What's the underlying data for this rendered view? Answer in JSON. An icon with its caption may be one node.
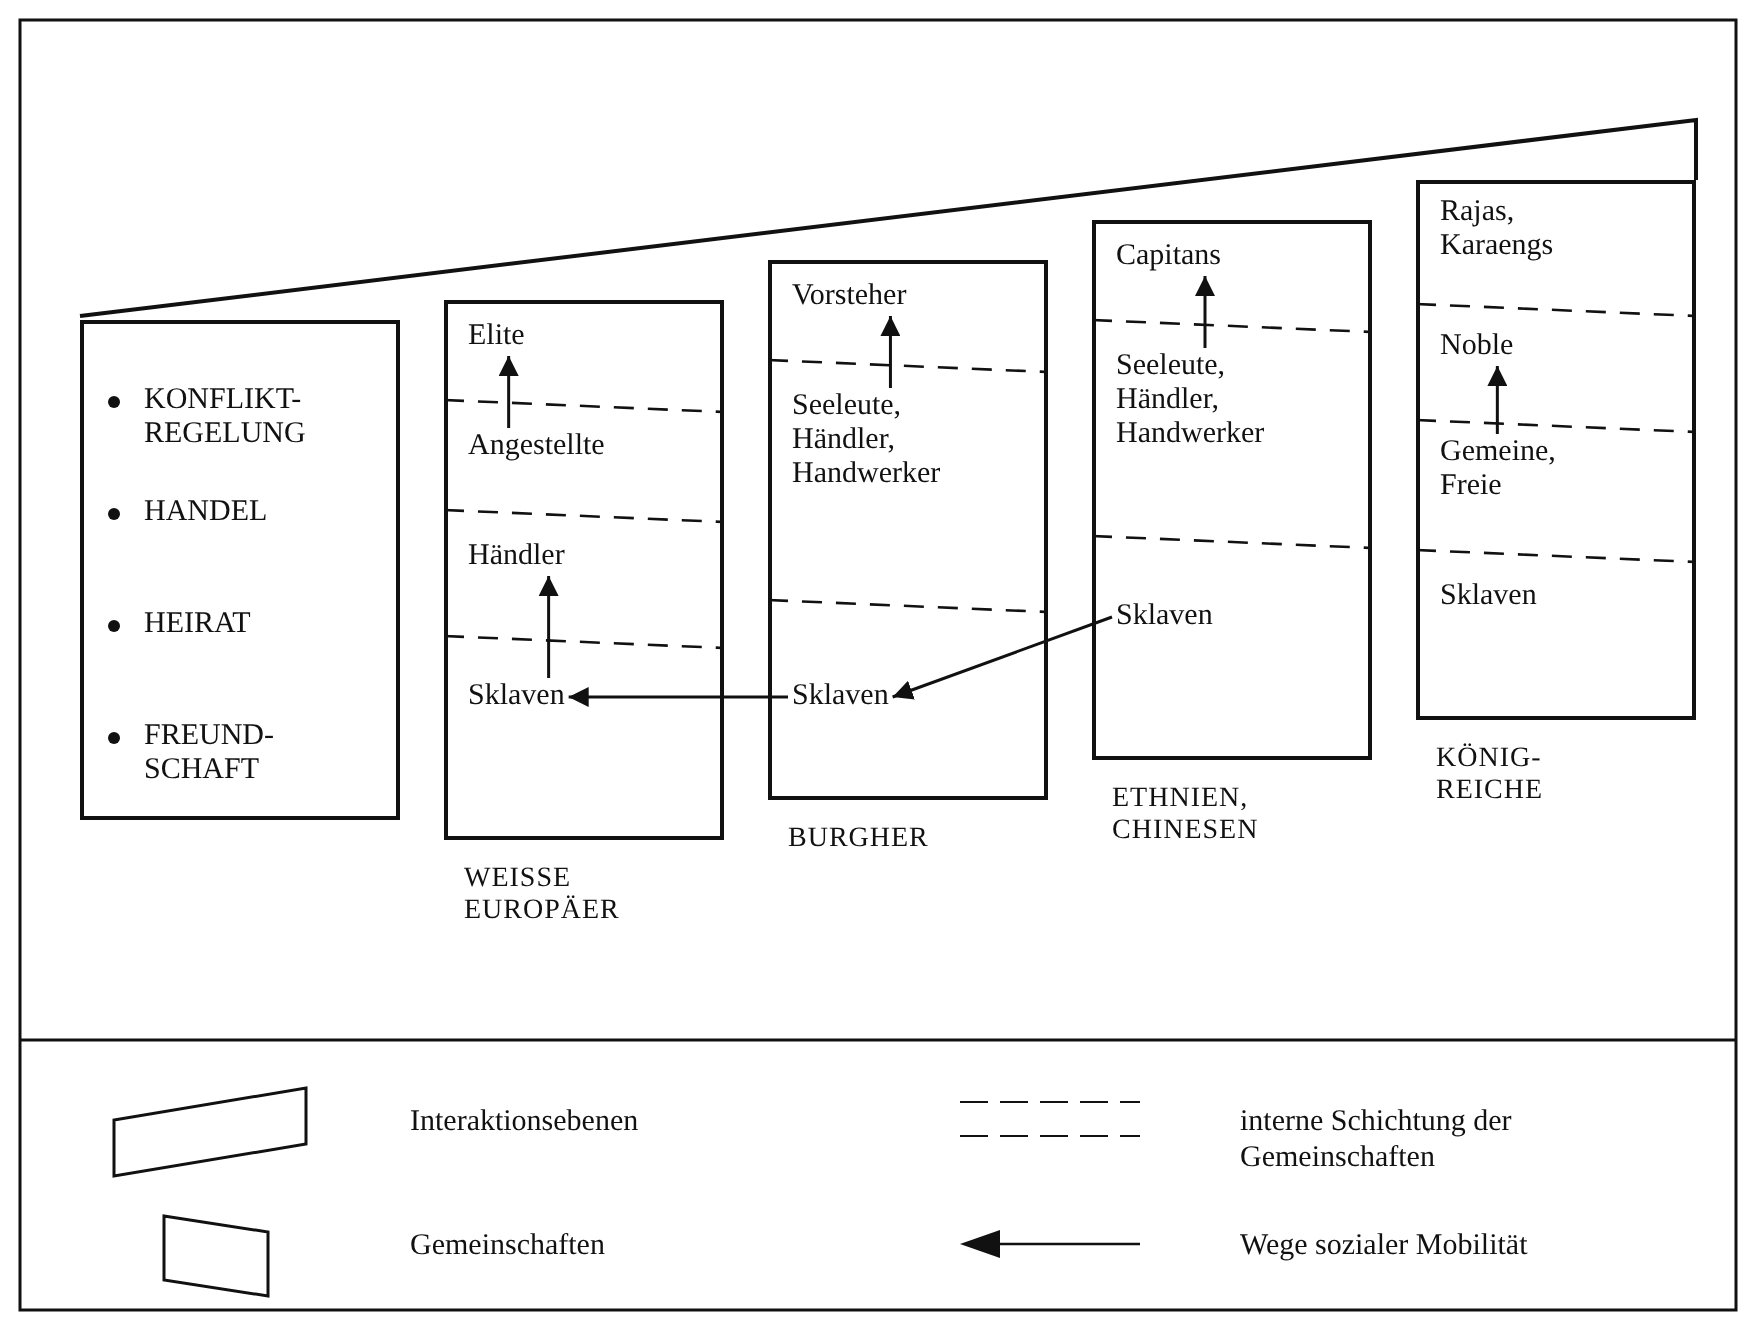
{
  "diagram": {
    "nodes": [
      {
        "text": [
          "KONFLIKT-REGELUNG",
          "HANDEL",
          "HEIRAT",
          "FREUND-SCHAFT"
        ]
      },
      {
        "text": [],
        "shape": "box",
        "beside": [
          "WEISSE EUROPÄER"
        ]
      },
      {
        "text": [
          "Elite"
        ],
        "in": 1
      },
      {
        "text": [
          "Angestellte"
        ],
        "in": 1
      },
      {
        "text": [
          "Händler"
        ],
        "in": 1
      },
      {
        "text": [
          "Sklaven"
        ],
        "in": 1
      },
      {
        "text": [],
        "shape": "box",
        "beside": [
          "BURGHER"
        ]
      },
      {
        "text": [
          "Vorsteher"
        ],
        "in": 6
      },
      {
        "text": [
          "Seeleute, Händler, Handwerker"
        ],
        "in": 6
      },
      {
        "text": [
          "Sklaven"
        ],
        "in": 6
      },
      {
        "text": [],
        "shape": "box",
        "beside": [
          "ETHNIEN, CHINESEN"
        ]
      },
      {
        "text": [
          "Capitans"
        ],
        "in": 10
      },
      {
        "text": [
          "Seeleute, Händler, Handwerker"
        ],
        "in": 10
      },
      {
        "text": [
          "Sklaven"
        ],
        "in": 10
      },
      {
        "text": [],
        "shape": "box",
        "beside": [
          "KÖNIG-REICHE"
        ]
      },
      {
        "text": [
          "Rajas, Karaengs"
        ],
        "in": 14
      },
      {
        "text": [
          "Noble"
        ],
        "in": 14
      },
      {
        "text": [
          "Gemeine, Freie"
        ],
        "in": 14
      },
      {
        "text": [
          "Sklaven"
        ],
        "in": 14
      }
    ],
    "edges": [
      {
        "from": 3,
        "to": 2,
        "arrow": "to"
      },
      {
        "from": 5,
        "to": 4,
        "arrow": "to"
      },
      {
        "from": 8,
        "to": 7,
        "arrow": "to"
      },
      {
        "from": 9,
        "to": 5,
        "arrow": "to"
      },
      {
        "from": 12,
        "to": 11,
        "arrow": "to"
      },
      {
        "from": 13,
        "to": 9,
        "arrow": "to"
      },
      {
        "from": 17,
        "to": 16,
        "arrow": "to"
      }
    ],
    "legend": [
      {
        "text": "Interaktionsebenen"
      },
      {
        "text": "interne Schichtung der Gemeinschaften"
      },
      {
        "text": "Gemeinschaften"
      },
      {
        "text": "Wege sozialer Mobilität"
      }
    ]
  }
}
